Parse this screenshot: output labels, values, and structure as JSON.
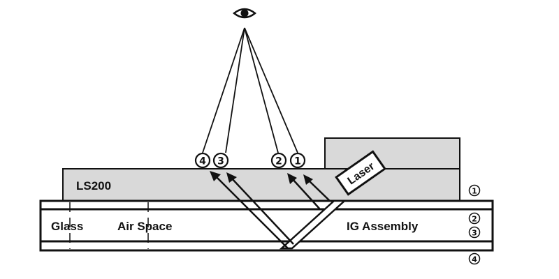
{
  "labels": {
    "device": "LS200",
    "laser": "Laser",
    "glass": "Glass",
    "air_space": "Air Space",
    "ig_assembly": "IG Assembly"
  },
  "surface_markers": {
    "s1": "1",
    "s2": "2",
    "s3": "3",
    "s4": "4"
  },
  "reflection_markers": [
    "4",
    "3",
    "2",
    "1"
  ],
  "eye_icon": "eye-icon",
  "colors": {
    "ink": "#111111",
    "device_fill": "#d9d9d9",
    "background": "#ffffff"
  }
}
